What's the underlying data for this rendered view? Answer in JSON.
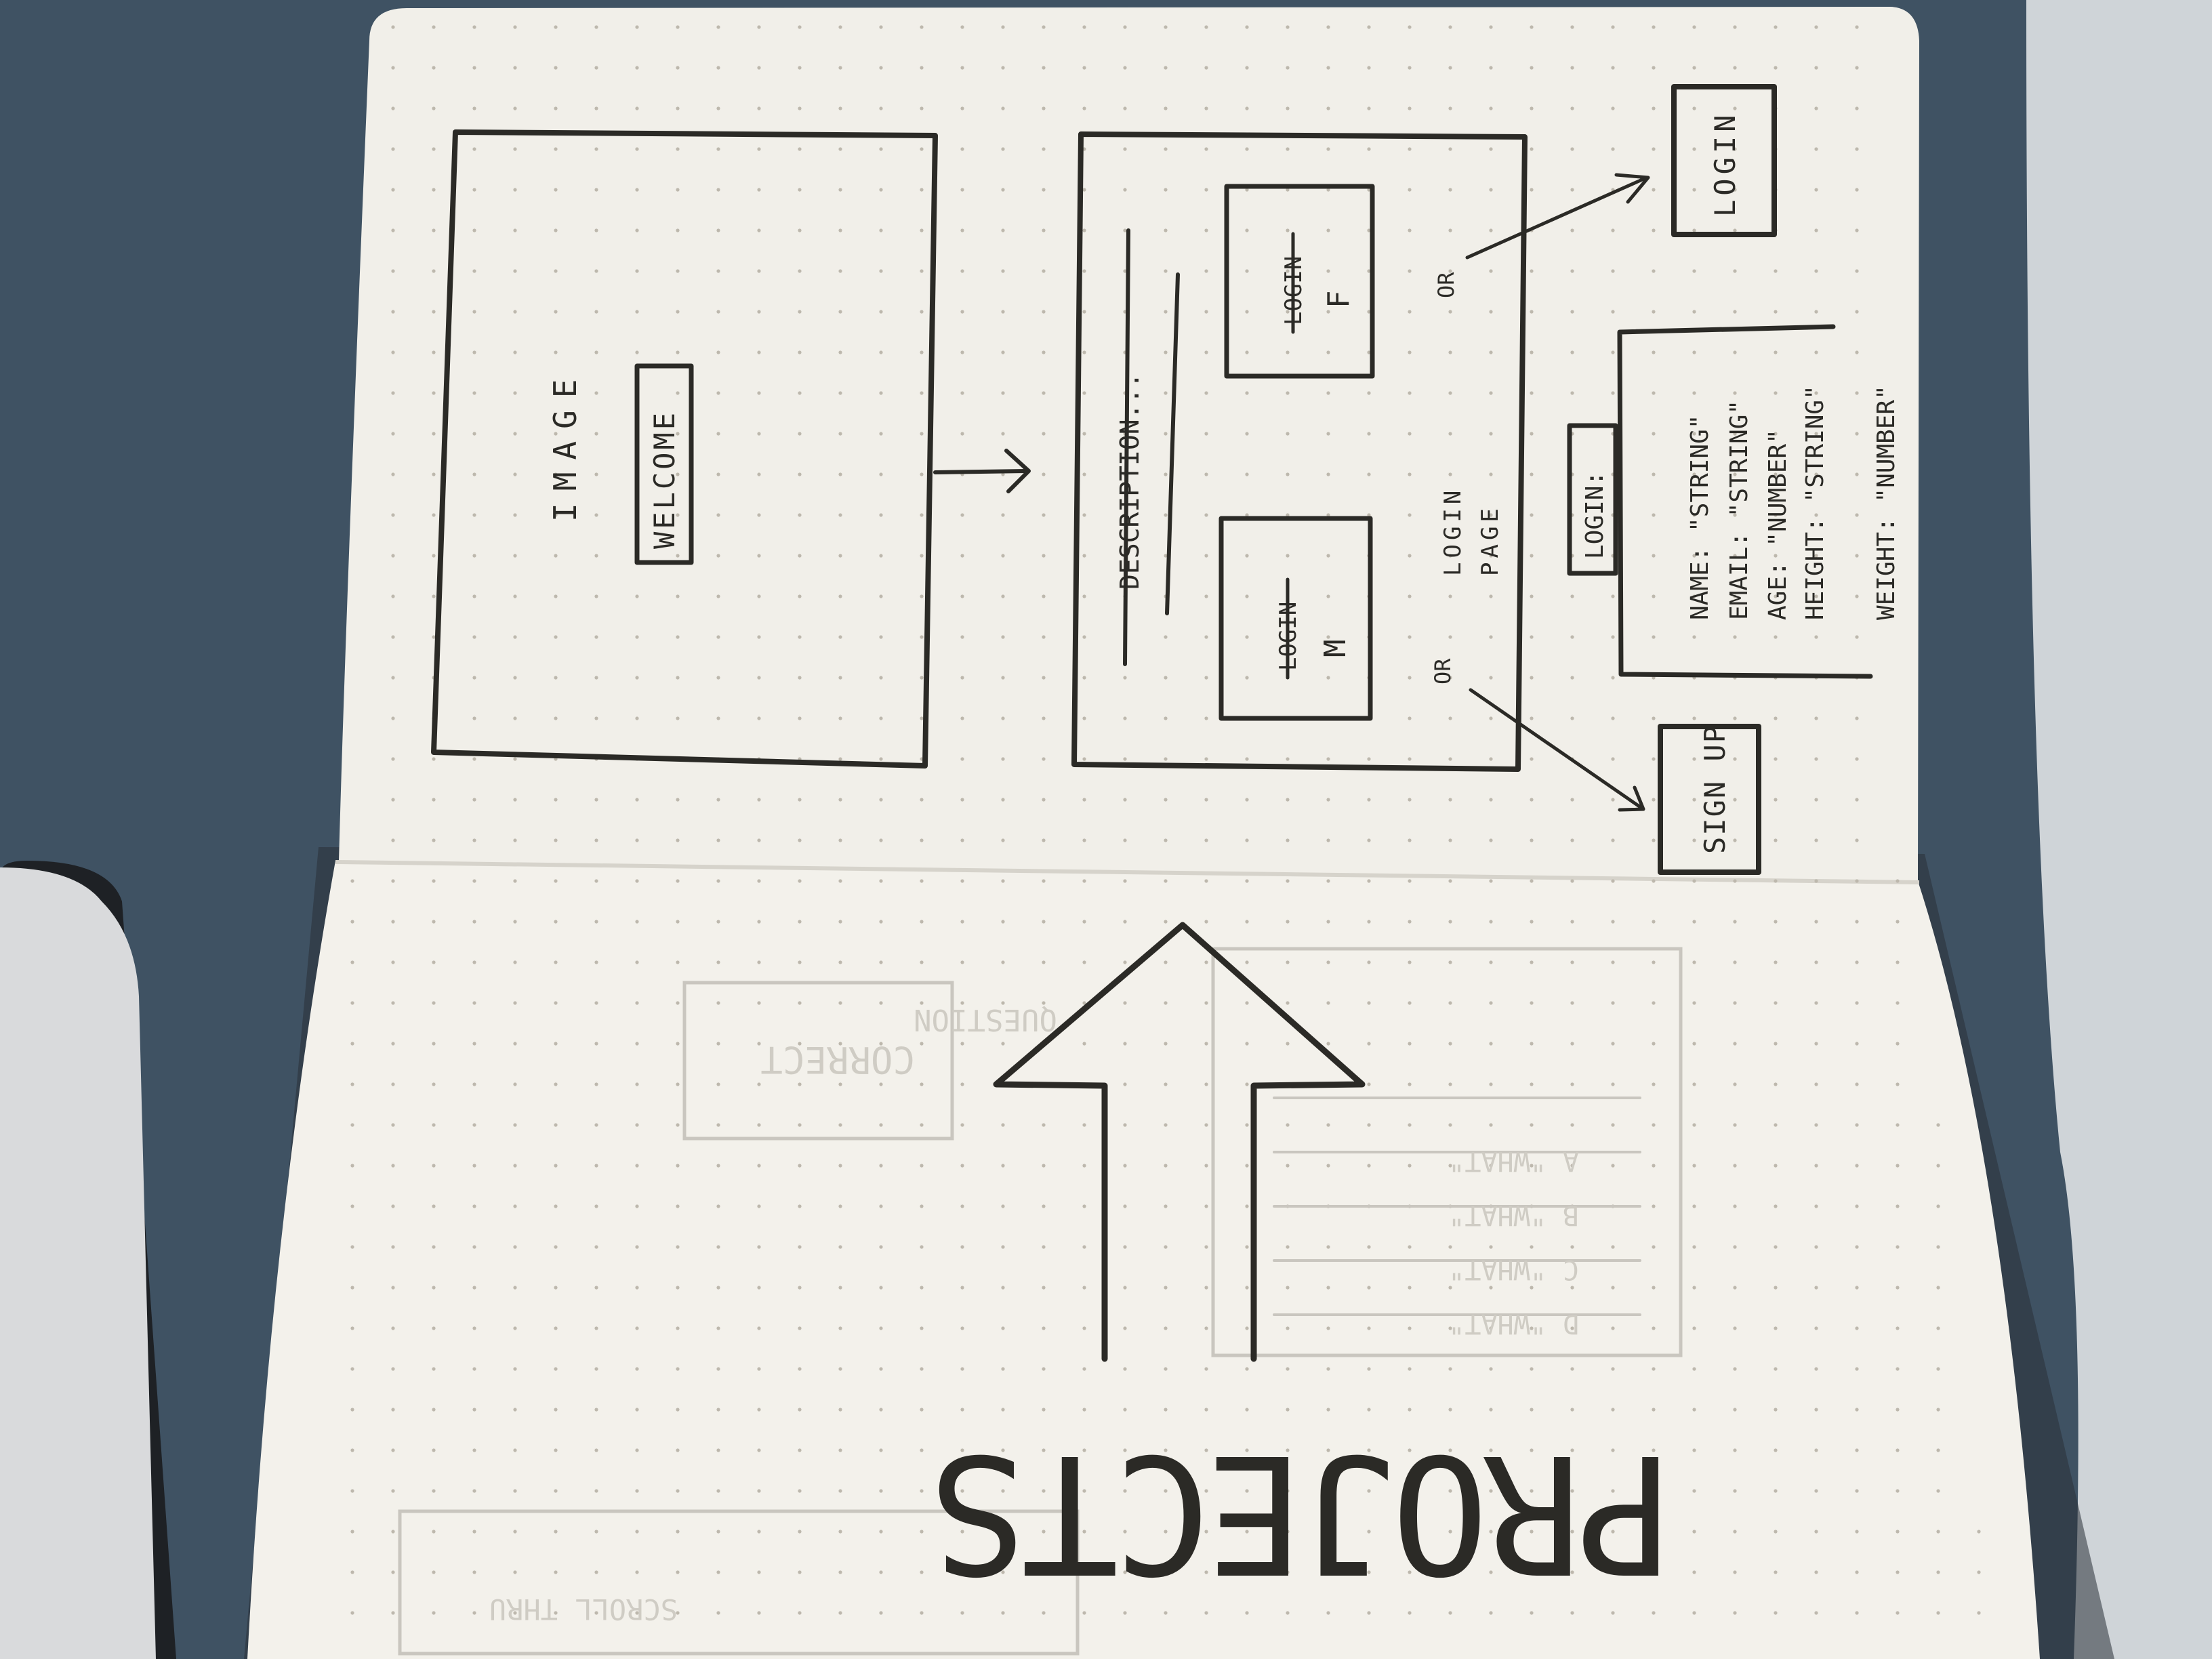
{
  "sketch": {
    "welcome_screen": {
      "image_label": "IMAGE",
      "welcome_button": "WELCOME"
    },
    "login_page": {
      "description": "DESCRIPTION...",
      "page_title_line1": "LOGIN",
      "page_title_line2": "PAGE",
      "login_f_label": "LOGIN",
      "login_f_letter": "F",
      "login_m_label": "LOGIN",
      "login_m_letter": "M",
      "or_top": "OR",
      "or_bottom": "OR"
    },
    "login_button": "LOGIN",
    "signup_button": "SIGN UP",
    "login_form": {
      "heading": "LOGIN:",
      "fields": [
        "NAME: \"STRING\"",
        "EMAIL: \"STRING\"",
        "AGE: \"NUMBER\"",
        "HEIGHT: \"STRING\"",
        "WEIGHT: \"NUMBER\""
      ]
    },
    "projects_title": "PROJECTS",
    "ghost_page": {
      "question": "QUESTION",
      "correct": "CORRECT",
      "options": [
        "A \"WHAT\"",
        "B \"WHAT\"",
        "C \"WHAT\"",
        "D \"WHAT\""
      ],
      "scroll_text": "SCROLL THRU"
    }
  },
  "colors": {
    "desk": "#3f5263",
    "paper": "#f2f0ea",
    "ink": "#2b2a26"
  }
}
